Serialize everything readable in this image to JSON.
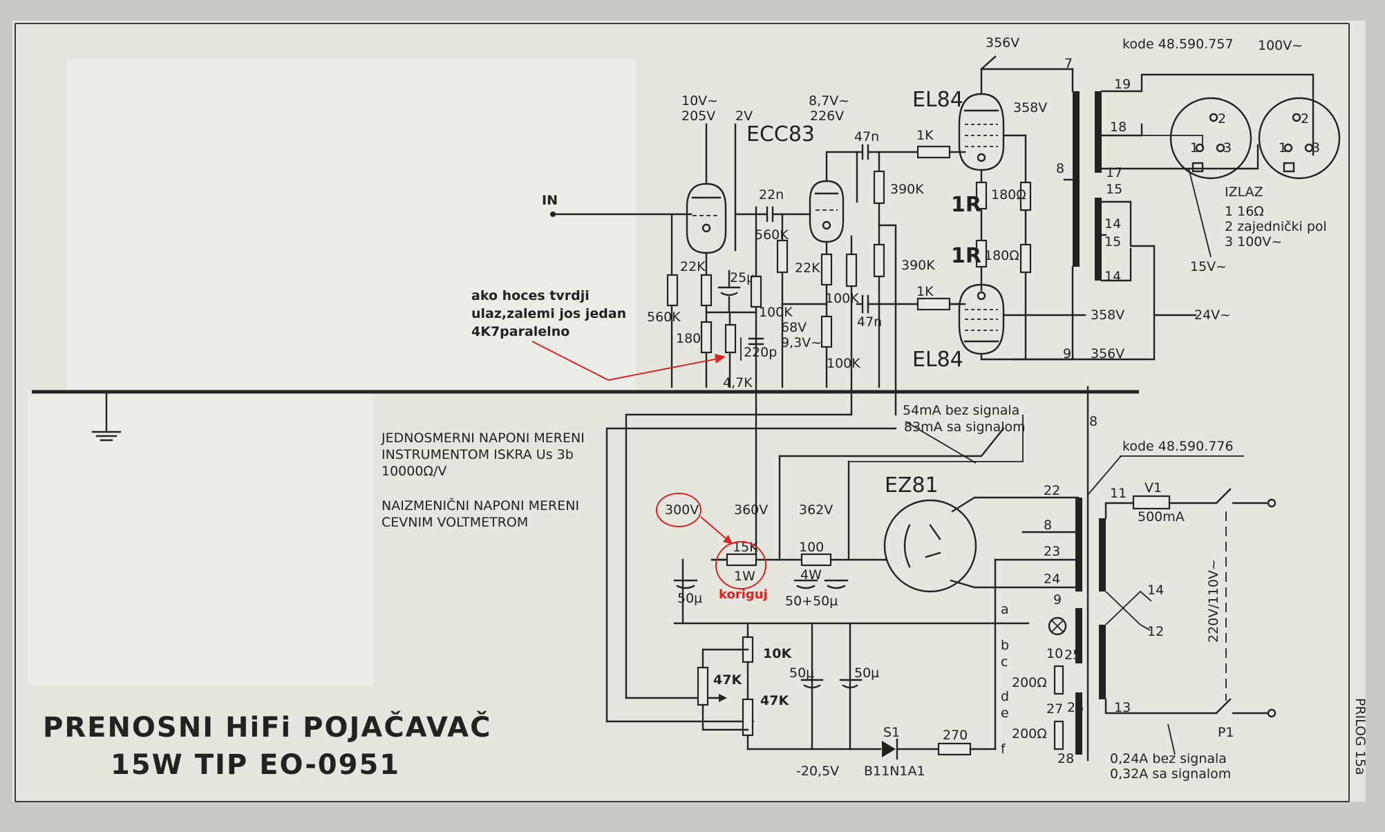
{
  "title": {
    "line1": "PRENOSNI HiFi POJAČAVAČ",
    "line2": "15W TIP EO-0951"
  },
  "side_label": "PRILOG 15a",
  "notes": {
    "dc_line1": "JEDNOSMERNI NAPONI MERENI",
    "dc_line2": "INSTRUMENTOM ISKRA Us 3b",
    "dc_line3": "10000Ω/V",
    "ac_line1": "NAIZMENIČNI NAPONI MERENI",
    "ac_line2": "CEVNIM VOLTMETROM",
    "current1": "54mA bez signala",
    "current2": "83mA sa signalom",
    "mains_current1": "0,24A bez signala",
    "mains_current2": "0,32A sa signalom"
  },
  "annotation": {
    "in_label": "IN",
    "hint1": "ako hoces tvrdji",
    "hint2": "ulaz,zalemi jos jedan",
    "hint3": "4K7paralelno",
    "fix": "koriguj",
    "r1": "1R",
    "r2": "1R"
  },
  "tubes": {
    "ecc83": "ECC83",
    "el84_top": "EL84",
    "el84_bottom": "EL84",
    "ez81": "EZ81"
  },
  "transformer_codes": {
    "output": "kode 48.590.757",
    "power": "kode 48.590.776"
  },
  "output": {
    "title": "IZLAZ",
    "l1": "1   16Ω",
    "l2": "2   zajednički pol",
    "l3": "3   100V~",
    "v100": "100V~",
    "v15": "15V~",
    "v24": "24V~"
  },
  "components": {
    "r560k_a": "560K",
    "r22k_a": "22K",
    "c25u": "25µ",
    "r180": "180",
    "r4k7": "4,7K",
    "c220p": "220p",
    "c22n": "22n",
    "r560k_b": "560K",
    "r22k_b": "22K",
    "r100k_a": "100K",
    "r100k_b": "100K",
    "r100k_c": "100K",
    "c47n_a": "47n",
    "c47n_b": "47n",
    "r390k_a": "390K",
    "r390k_b": "390K",
    "r1k_a": "1K",
    "r1k_b": "1K",
    "r180_a": "180Ω",
    "r180_b": "180Ω",
    "r15k": "15K",
    "r15k_w": "1W",
    "r100": "100",
    "r100_w": "4W",
    "c50u_a": "50µ",
    "c50u_bc": "50+50µ",
    "c50u_d": "50µ",
    "c50u_e": "50µ",
    "r10k": "10K",
    "p47k_a": "47K",
    "p47k_b": "47K",
    "r270": "270",
    "s1": "S1",
    "diode": "B11N1A1",
    "v1": "V1",
    "fuse": "500mA",
    "p1": "P1",
    "r200_a": "200Ω",
    "r200_b": "200Ω",
    "mains": "220V/110V~"
  },
  "voltages": {
    "v10ac": "10V~",
    "v205": "205V",
    "v2": "2V",
    "v87ac": "8,7V~",
    "v226": "226V",
    "v356_top": "356V",
    "v358_top": "358V",
    "v358_mid": "358V",
    "v356_bot": "356V",
    "v68": "68V",
    "v93ac": "9,3V~",
    "v300": "300V",
    "v360": "360V",
    "v362": "362V",
    "vneg": "-20,5V"
  },
  "pins": {
    "p7": "7",
    "p8": "8",
    "p9": "9",
    "p19": "19",
    "p18": "18",
    "p17": "17",
    "p15a": "15",
    "p14a": "14",
    "p15b": "15",
    "p14b": "14",
    "p8b": "8",
    "p22": "22",
    "p8c": "8",
    "p23": "23",
    "p24": "24",
    "p9b": "9",
    "p10": "10",
    "p25": "25",
    "p27": "27",
    "p26": "26",
    "p28": "28",
    "p11": "11",
    "p14c": "14",
    "p12": "12",
    "p13": "13",
    "a": "a",
    "b": "b",
    "c": "c",
    "d": "d",
    "e": "e",
    "f": "f"
  }
}
